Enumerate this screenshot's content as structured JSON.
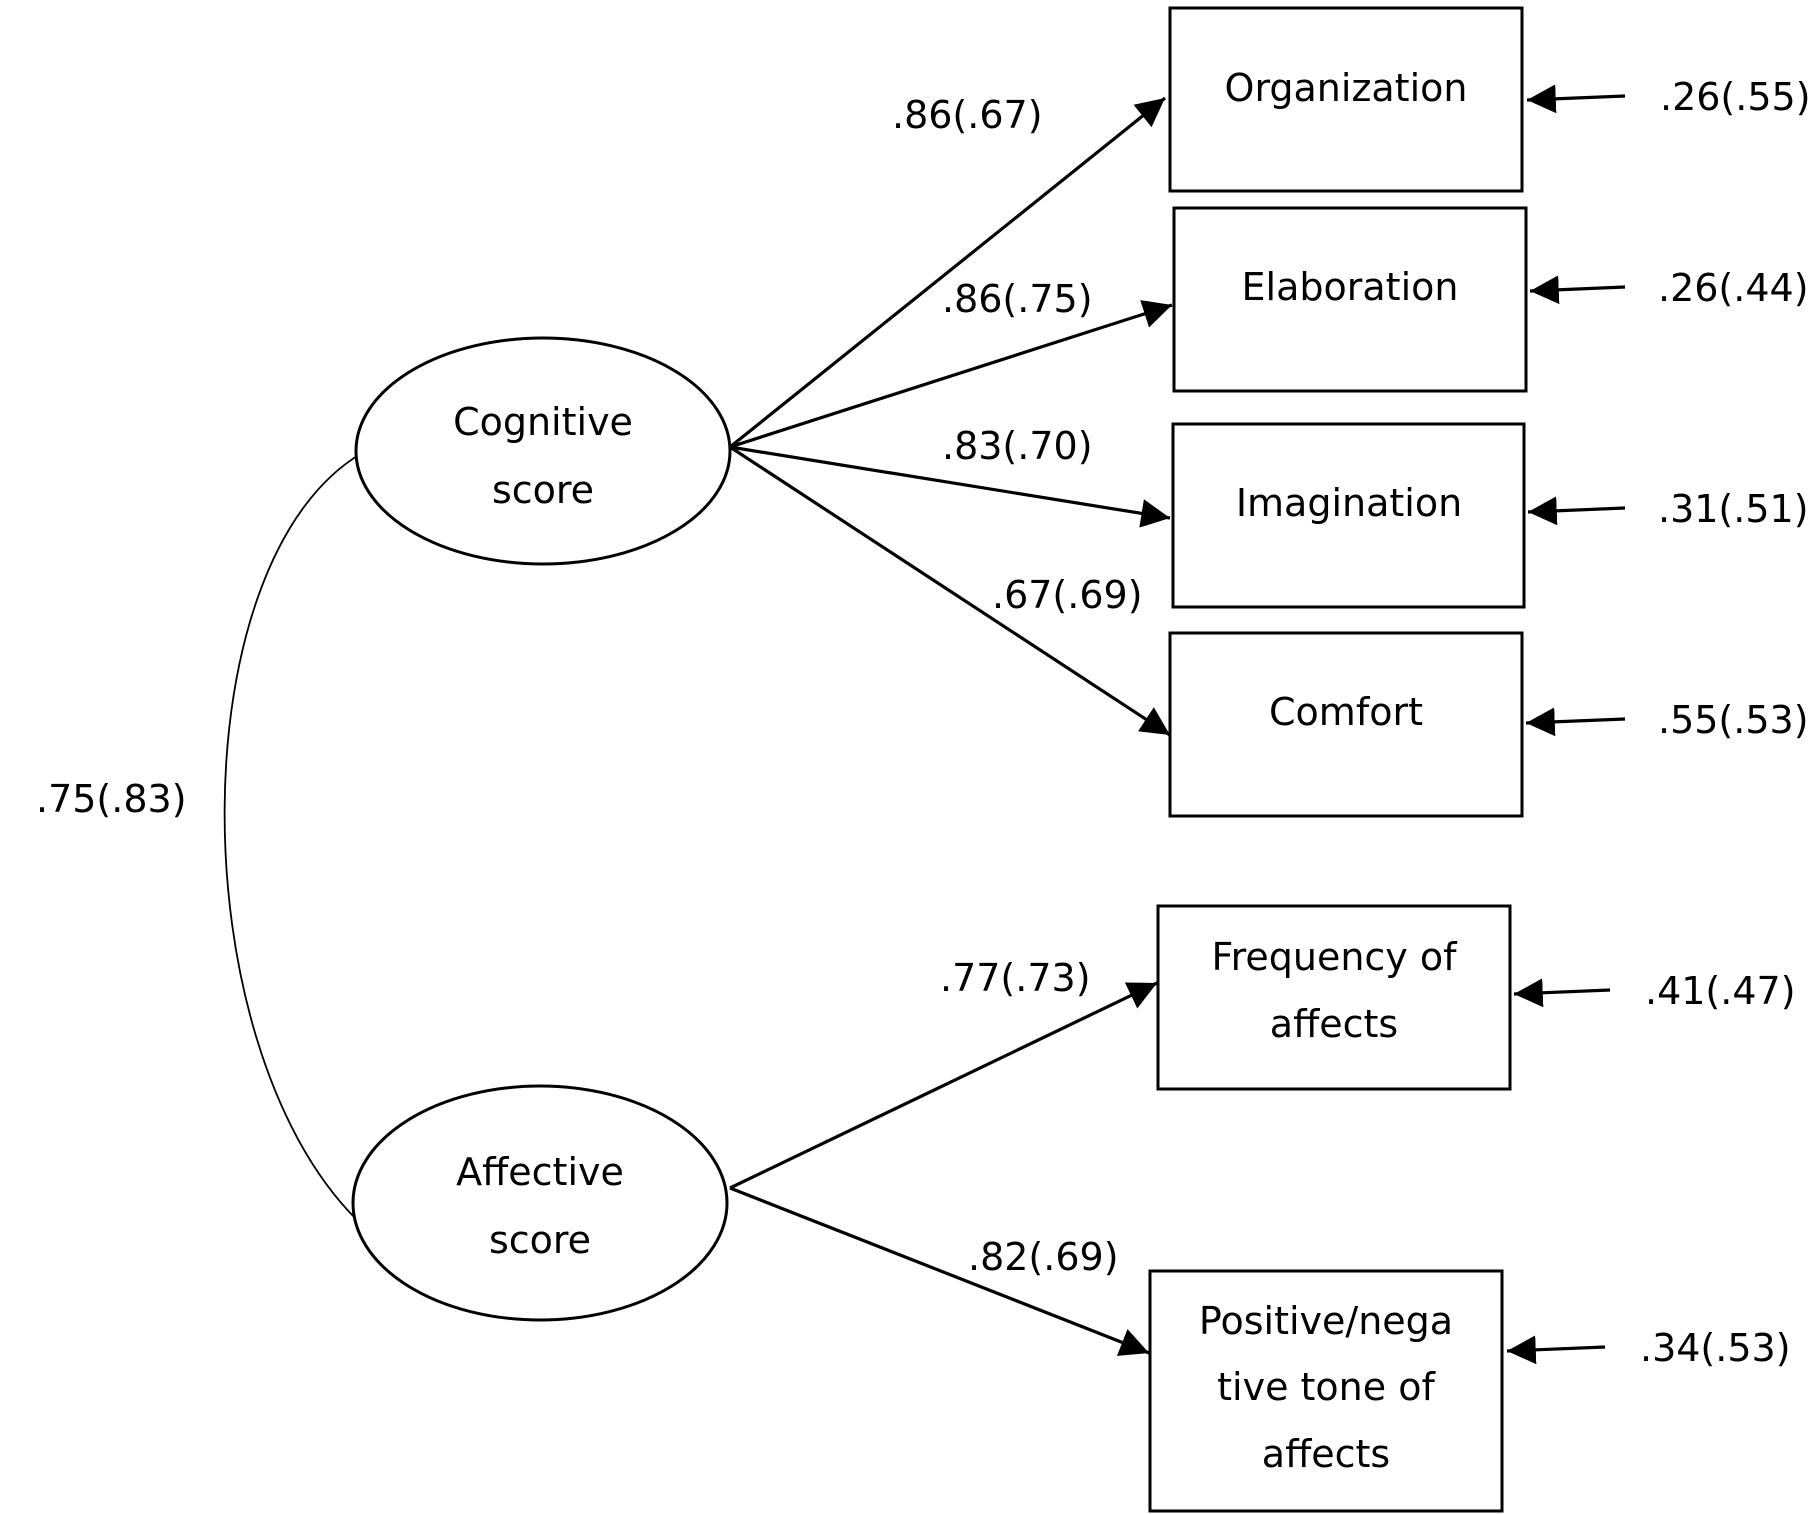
{
  "latents": {
    "cognitive": {
      "line1": "Cognitive",
      "line2": "score"
    },
    "affective": {
      "line1": "Affective",
      "line2": "score"
    }
  },
  "indicators": {
    "organization": {
      "line1": "Organization"
    },
    "elaboration": {
      "line1": "Elaboration"
    },
    "imagination": {
      "line1": "Imagination"
    },
    "comfort": {
      "line1": "Comfort"
    },
    "frequency": {
      "line1": "Frequency of",
      "line2": "affects"
    },
    "tone": {
      "line1": "Positive/nega",
      "line2": "tive tone of",
      "line3": "affects"
    }
  },
  "loadings": {
    "organization": ".86(.67)",
    "elaboration": ".86(.75)",
    "imagination": ".83(.70)",
    "comfort": ".67(.69)",
    "frequency": ".77(.73)",
    "tone": ".82(.69)"
  },
  "errors": {
    "organization": ".26(.55)",
    "elaboration": ".26(.44)",
    "imagination": ".31(.51)",
    "comfort": ".55(.53)",
    "frequency": ".41(.47)",
    "tone": ".34(.53)"
  },
  "correlation": ".75(.83)"
}
